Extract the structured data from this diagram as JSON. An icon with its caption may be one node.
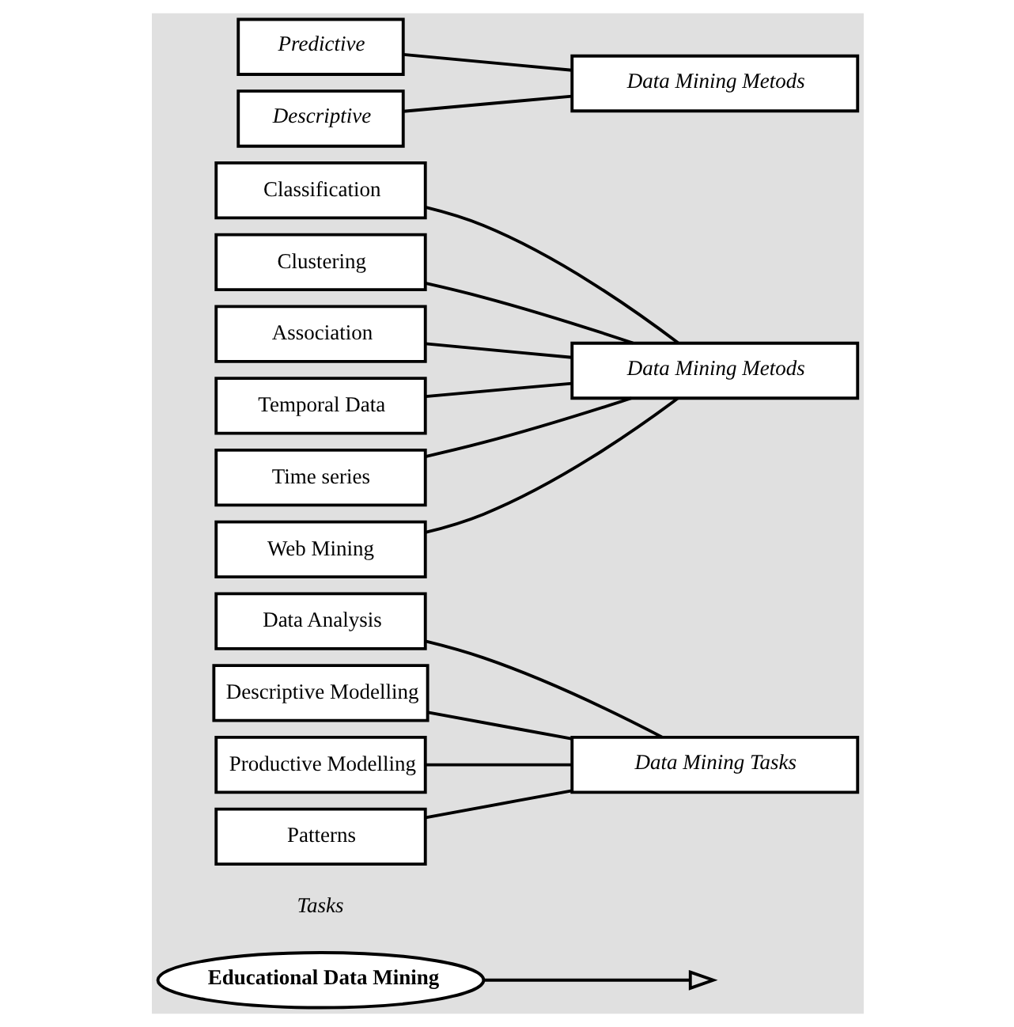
{
  "diagram": {
    "nodes": [
      {
        "text": [
          "Educational Data Mining"
        ]
      },
      {
        "text": [
          "Data Analysis"
        ]
      },
      {
        "text": [
          "Descriptive Modelling"
        ]
      },
      {
        "text": [
          "Productive Modelling"
        ]
      },
      {
        "text": [
          "Patterns"
        ]
      },
      {
        "text": [
          "Data Mining Tasks"
        ]
      },
      {
        "text": [
          "Classification"
        ]
      },
      {
        "text": [
          "Clustering"
        ]
      },
      {
        "text": [
          "Association"
        ]
      },
      {
        "text": [
          "Temporal Data"
        ]
      },
      {
        "text": [
          "Time series"
        ]
      },
      {
        "text": [
          "Web Mining"
        ]
      },
      {
        "text": [
          "Data Mining Metods"
        ]
      },
      {
        "text": [
          "Data Mining Metods"
        ]
      },
      {
        "text": [
          "Predictive"
        ]
      },
      {
        "text": [
          "Descriptive"
        ]
      }
    ],
    "edges": [
      {
        "from": 0,
        "to": null,
        "arrow": "to"
      },
      {
        "from": 1,
        "to": 5,
        "arrow": "none"
      },
      {
        "from": 2,
        "to": 5,
        "arrow": "none"
      },
      {
        "from": 3,
        "to": 5,
        "arrow": "none"
      },
      {
        "from": 4,
        "to": 5,
        "arrow": "none"
      },
      {
        "from": 6,
        "to": 12,
        "arrow": "none"
      },
      {
        "from": 7,
        "to": 12,
        "arrow": "none"
      },
      {
        "from": 8,
        "to": 12,
        "arrow": "none"
      },
      {
        "from": 9,
        "to": 12,
        "arrow": "none"
      },
      {
        "from": 10,
        "to": 12,
        "arrow": "none"
      },
      {
        "from": 11,
        "to": 12,
        "arrow": "none"
      },
      {
        "from": 14,
        "to": 13,
        "arrow": "none"
      },
      {
        "from": 15,
        "to": 13,
        "arrow": "none"
      }
    ],
    "labels": [
      "Tasks"
    ]
  }
}
